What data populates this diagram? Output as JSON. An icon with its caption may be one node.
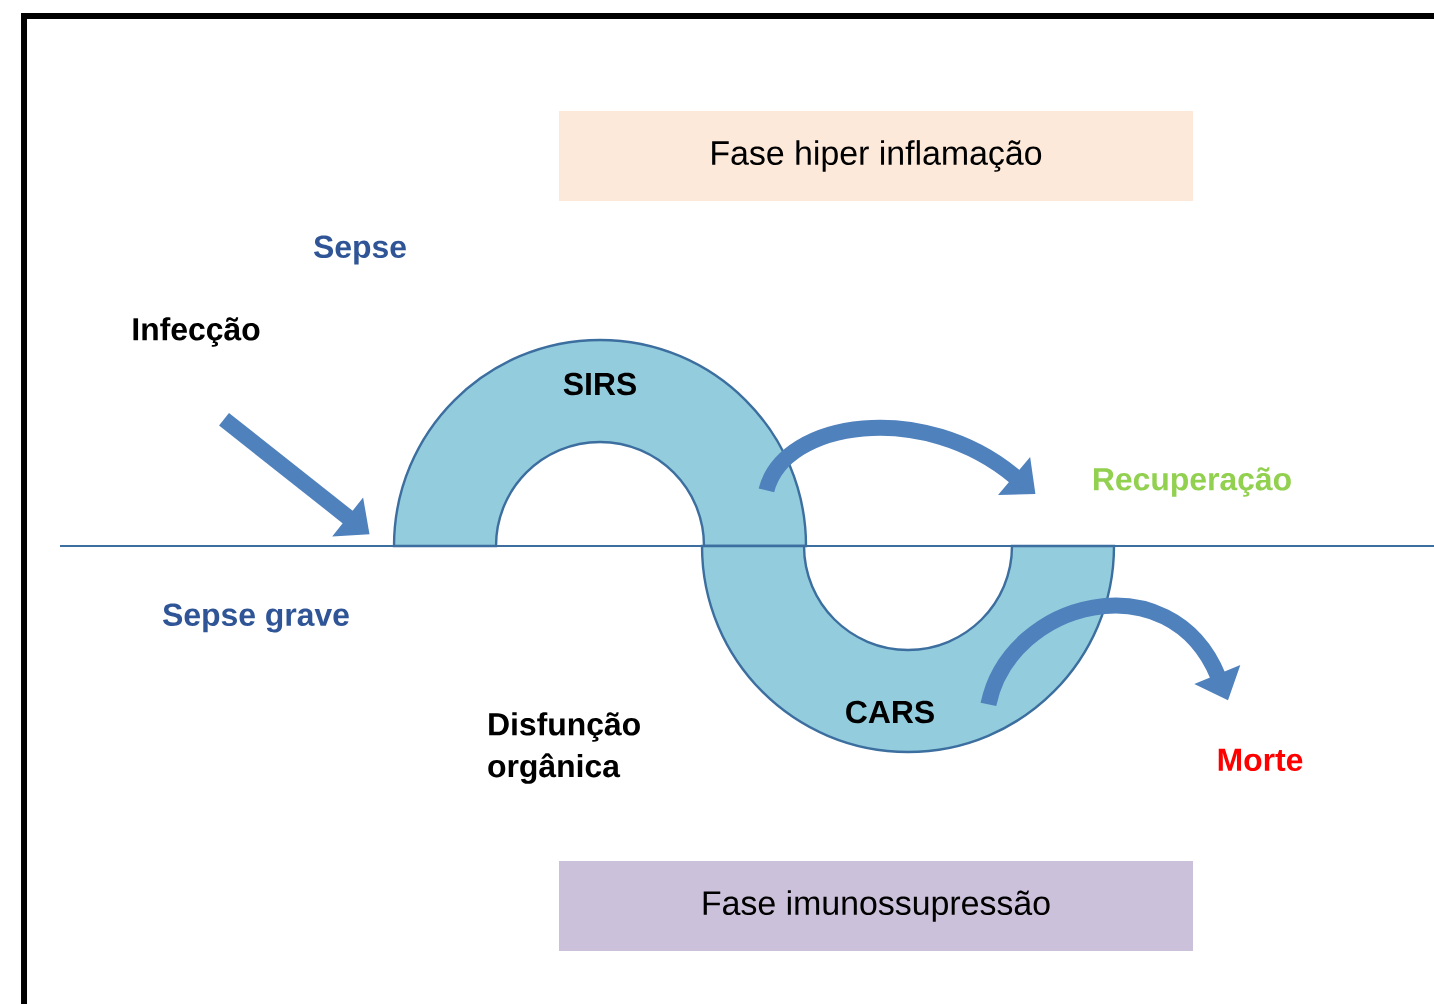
{
  "diagram": {
    "nodes": [
      {
        "text": [
          "Fase hiper inflamação"
        ]
      },
      {
        "text": [
          "Infecção"
        ]
      },
      {
        "text": [
          "SIRS"
        ]
      },
      {
        "text": [
          "Recuperação"
        ]
      },
      {
        "text": [
          "CARS"
        ]
      },
      {
        "text": [
          "Morte"
        ]
      },
      {
        "text": [
          "Fase imunossupressão"
        ]
      }
    ],
    "edges": [
      {
        "from": 1,
        "to": 2,
        "arrow": "to"
      },
      {
        "from": 2,
        "to": 3,
        "arrow": "to"
      },
      {
        "from": 4,
        "to": 5,
        "arrow": "to"
      }
    ],
    "labels": [
      "Sepse",
      "Sepse grave",
      "Disfunção orgânica"
    ]
  }
}
